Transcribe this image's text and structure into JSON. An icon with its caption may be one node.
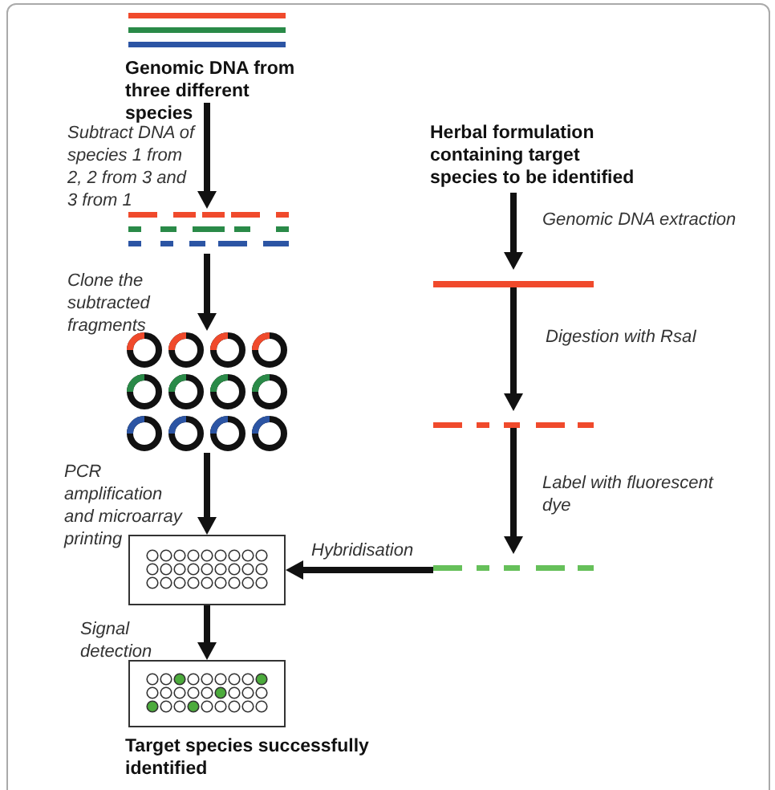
{
  "diagram": {
    "nodes": [
      {
        "text": [
          "Genomic DNA from three different species"
        ]
      },
      {
        "text": [],
        "shape": "picture"
      },
      {
        "text": [],
        "shape": "picture"
      },
      {
        "text": [],
        "shape": "box"
      },
      {
        "text": [],
        "shape": "box",
        "beside": [
          "Target species successfully identified"
        ]
      },
      {
        "text": [
          "Herbal formulation containing target species to be identified"
        ]
      },
      {
        "text": [],
        "shape": "picture"
      },
      {
        "text": [],
        "shape": "picture"
      },
      {
        "text": [],
        "shape": "picture"
      }
    ],
    "edges": [
      {
        "from": 0,
        "to": 1,
        "arrow": "to",
        "label": "Subtract DNA of species 1 from 2, 2 from 3 and 3 from 1"
      },
      {
        "from": 1,
        "to": 2,
        "arrow": "to",
        "label": "Clone the subtracted fragments"
      },
      {
        "from": 2,
        "to": 3,
        "arrow": "to",
        "label": "PCR amplification and microarray printing"
      },
      {
        "from": 3,
        "to": 4,
        "arrow": "to",
        "label": "Signal detection"
      },
      {
        "from": 5,
        "to": 6,
        "arrow": "to",
        "label": "Genomic DNA extraction"
      },
      {
        "from": 6,
        "to": 7,
        "arrow": "to",
        "label": "Digestion with RsaI"
      },
      {
        "from": 7,
        "to": 8,
        "arrow": "to",
        "label": "Label with fluorescent dye"
      },
      {
        "from": 8,
        "to": 3,
        "arrow": "to",
        "label": "Hybridisation"
      }
    ]
  }
}
